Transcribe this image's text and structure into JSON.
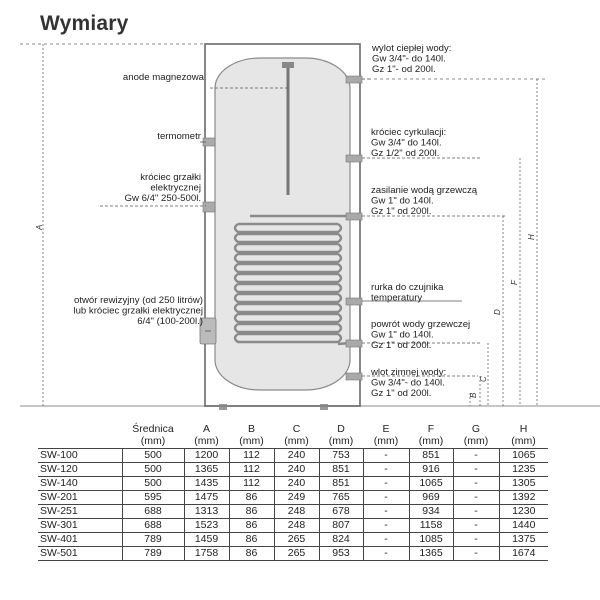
{
  "title": "Wymiary",
  "labels": {
    "hot_water_outlet": [
      "wylot ciepłej wody:",
      "Gw 3/4\"- do 140l.",
      "Gz 1\"- od 200l."
    ],
    "anode": [
      "anode magnezowa"
    ],
    "thermometer": [
      "termometr"
    ],
    "heater_connector": [
      "króciec grzałki",
      "elektrycznej",
      "Gw 6/4\" 250-500l."
    ],
    "circulation": [
      "króciec cyrkulacji:",
      "Gw 3/4\" do 140l.",
      "Gz 1/2\" od 200l."
    ],
    "heating_supply": [
      "zasilanie wodą grzewczą",
      "Gw 1\" do 140l.",
      "Gz 1\" od 200l."
    ],
    "sensor_tube": [
      "rurka do czujnika",
      "temperatury"
    ],
    "inspection": [
      "otwór rewizyjny (od 250 litrów)",
      "lub króciec grzałki elektrycznej",
      "6/4\" (100-200l.)"
    ],
    "heating_return": [
      "powrót wody grzewczej",
      "Gw 1\" do 140l.",
      "Gz 1\" od 200l."
    ],
    "cold_water_inlet": [
      "wlot zimnej wody:",
      "Gw 3/4\"- do 140l.",
      "Gz 1\" od 200l."
    ]
  },
  "dimension_letters": [
    "A",
    "B",
    "C",
    "D",
    "F",
    "H"
  ],
  "table": {
    "headers": [
      [
        "",
        ""
      ],
      [
        "Średnica",
        "(mm)"
      ],
      [
        "A",
        "(mm)"
      ],
      [
        "B",
        "(mm)"
      ],
      [
        "C",
        "(mm)"
      ],
      [
        "D",
        "(mm)"
      ],
      [
        "E",
        "(mm)"
      ],
      [
        "F",
        "(mm)"
      ],
      [
        "G",
        "(mm)"
      ],
      [
        "H",
        "(mm)"
      ]
    ],
    "rows": [
      [
        "SW-100",
        "500",
        "1200",
        "112",
        "240",
        "753",
        "-",
        "851",
        "-",
        "1065"
      ],
      [
        "SW-120",
        "500",
        "1365",
        "112",
        "240",
        "851",
        "-",
        "916",
        "-",
        "1235"
      ],
      [
        "SW-140",
        "500",
        "1435",
        "112",
        "240",
        "851",
        "-",
        "1065",
        "-",
        "1305"
      ],
      [
        "SW-201",
        "595",
        "1475",
        "86",
        "249",
        "765",
        "-",
        "969",
        "-",
        "1392"
      ],
      [
        "SW-251",
        "688",
        "1313",
        "86",
        "248",
        "678",
        "-",
        "934",
        "-",
        "1230"
      ],
      [
        "SW-301",
        "688",
        "1523",
        "86",
        "248",
        "807",
        "-",
        "1158",
        "-",
        "1440"
      ],
      [
        "SW-401",
        "789",
        "1459",
        "86",
        "265",
        "824",
        "-",
        "1085",
        "-",
        "1375"
      ],
      [
        "SW-501",
        "789",
        "1758",
        "86",
        "265",
        "953",
        "-",
        "1365",
        "-",
        "1674"
      ]
    ]
  }
}
